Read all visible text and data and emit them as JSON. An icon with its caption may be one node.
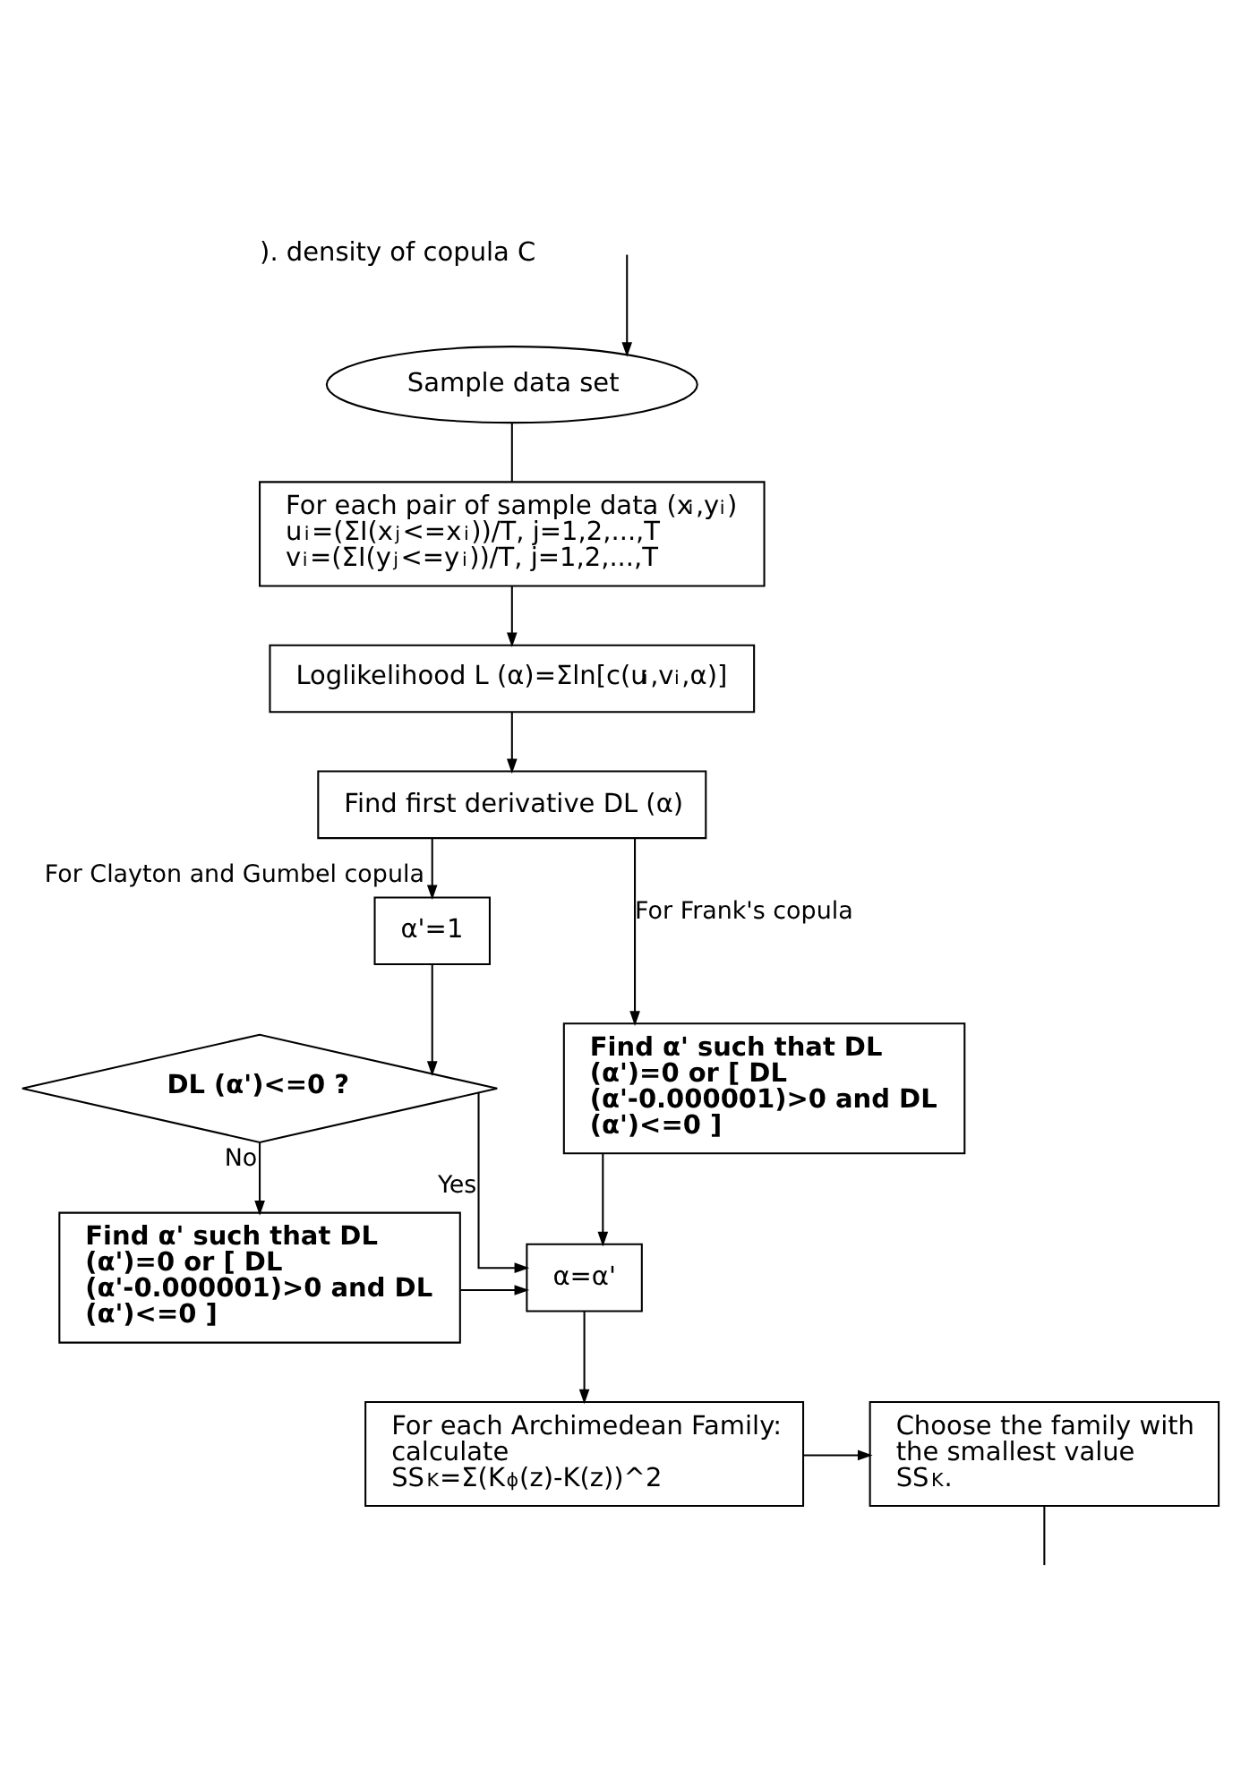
{
  "diagram": {
    "nodes": [
      {
        "text": [
          "Sample data set"
        ]
      },
      {
        "text": [
          "For each pair of sample data (x$_{i}$,y$_{i}$)",
          "u$_{i}$=(ΣI(x$_{j}$<=x$_{i}$))/T, j=1,2,...,T",
          "v$_{i}$=(ΣI(y$_{j}$<=y$_{i}$))/T, j=1,2,...,T"
        ]
      },
      {
        "text": [
          "Loglikelihood L (α)=Σln[c(u$_{i}$,v$_{i}$,α)]"
        ]
      },
      {
        "text": [
          "Find first derivative DL (α)"
        ]
      },
      {
        "text": [
          "Find α' such that DL (α')=0 or [ DL (α'-0.000001)>0 and DL (α')<=0 ]"
        ]
      },
      {
        "text": [
          "α'=1"
        ]
      },
      {
        "text": [
          "DL (α')<=0 ?"
        ]
      },
      {
        "text": [
          "α=α'"
        ]
      },
      {
        "text": [
          "Find α' such that DL (α')=0 or [ DL (α'-0.000001)>0 and DL (α')<=0 ]"
        ]
      },
      {
        "text": [
          "For each Archimedean Family: calculate SS$_{K}$=Σ(K$_{ϕ}$(z)-K(z))^2"
        ]
      },
      {
        "text": [
          "Choose the family with the smallest value SS$_{K}$."
        ]
      }
    ],
    "edges": [
      {
        "from": null,
        "to": 0,
        "arrow": "to"
      },
      {
        "from": 0,
        "to": 1,
        "arrow": "none"
      },
      {
        "from": 1,
        "to": 2,
        "arrow": "to"
      },
      {
        "from": 2,
        "to": 3,
        "arrow": "to"
      },
      {
        "from": 3,
        "to": 4,
        "arrow": "to",
        "label": "For Frank's copula"
      },
      {
        "from": 3,
        "to": 5,
        "arrow": "to",
        "label": "For Clayton and Gumbel copula"
      },
      {
        "from": 5,
        "to": 6,
        "arrow": "to"
      },
      {
        "from": 6,
        "to": 7,
        "arrow": "to",
        "label": "Yes"
      },
      {
        "from": 6,
        "to": 8,
        "arrow": "to",
        "label": "No"
      },
      {
        "from": 4,
        "to": 7,
        "arrow": "to"
      },
      {
        "from": 8,
        "to": 7,
        "arrow": "to"
      },
      {
        "from": 7,
        "to": 9,
        "arrow": "to"
      },
      {
        "from": 9,
        "to": 10,
        "arrow": "to"
      },
      {
        "from": 10,
        "to": null,
        "arrow": "none"
      }
    ],
    "labels": [
      "). density of copula C"
    ]
  }
}
